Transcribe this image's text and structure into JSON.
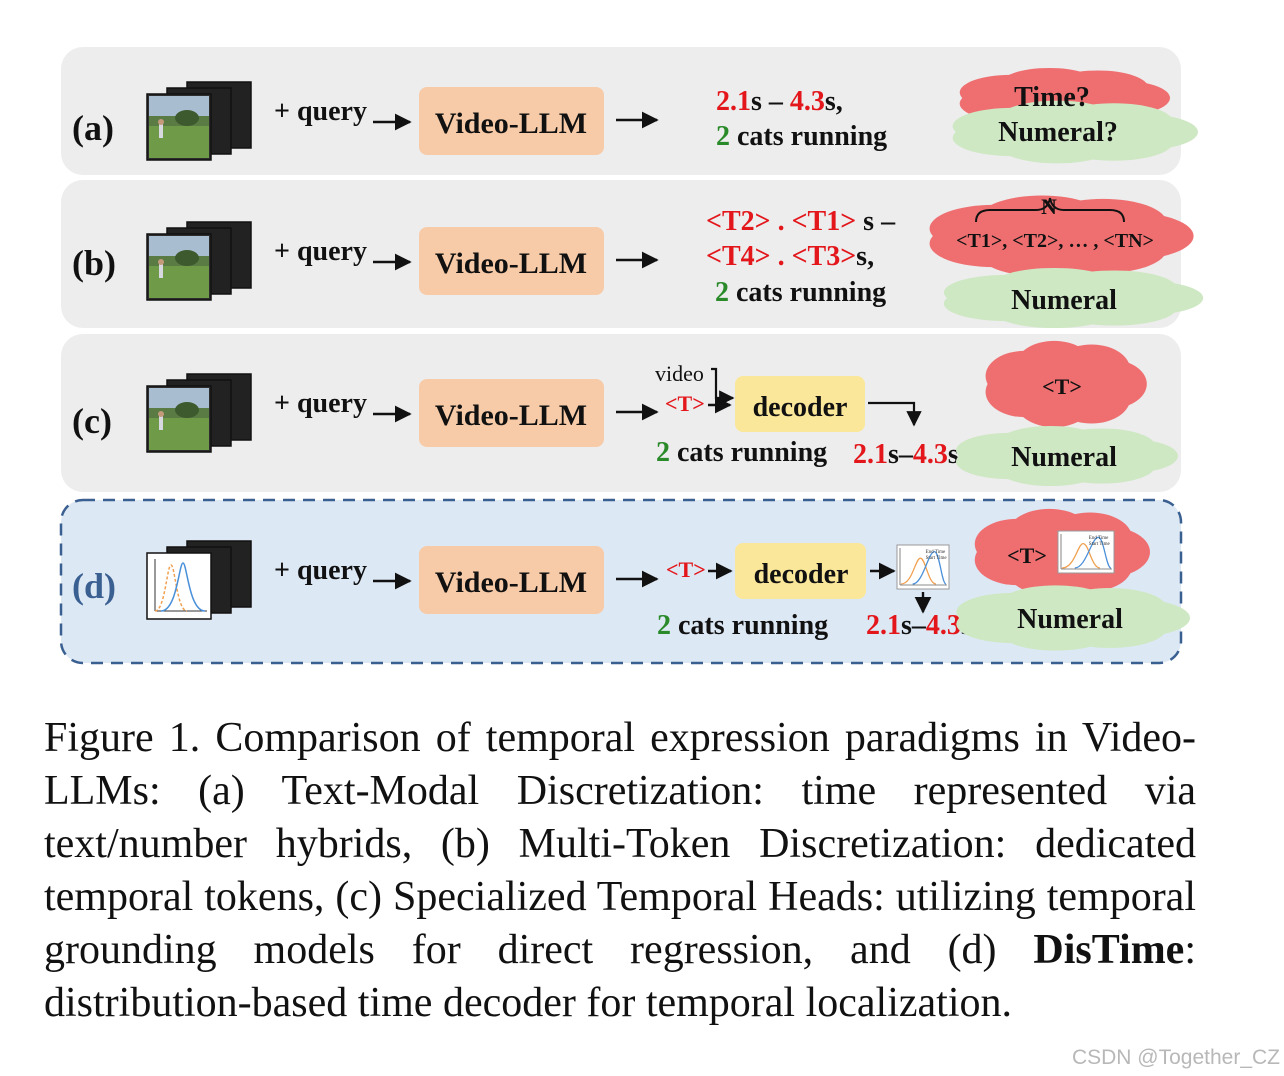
{
  "figure": {
    "query_label": "+ query",
    "model_label": "Video-LLM",
    "decoder_label": "decoder",
    "rows": [
      {
        "label": "(a)",
        "output_start": "2.1",
        "output_start_unit": "s – ",
        "output_end": "4.3",
        "output_end_unit": "s,",
        "count": "2",
        "caption_text": " cats running",
        "cloud_red": "Time?",
        "cloud_green": "Numeral?"
      },
      {
        "label": "(b)",
        "line1_a": "<T2> . <T1>",
        "line1_b": "s –",
        "line2_a": "<T4> . <T3>",
        "line2_b": "s,",
        "count": "2",
        "caption_text": " cats running",
        "brace_label": "N",
        "cloud_red": "<T1>, <T2>, … , <TN>",
        "cloud_green": "Numeral"
      },
      {
        "label": "(c)",
        "video_input": "video",
        "token": "<T>",
        "count": "2",
        "caption_text": " cats running",
        "time_start": "2.1",
        "time_end": "4.3",
        "unit": "s",
        "dash": "–",
        "cloud_red": "<T>",
        "cloud_green": "Numeral"
      },
      {
        "label": "(d)",
        "token": "<T>",
        "count": "2",
        "caption_text": " cats running",
        "time_start": "2.1",
        "time_end": "4.3",
        "unit": "s",
        "dash": "–",
        "cloud_red": "<T>",
        "cloud_green": "Numeral"
      }
    ],
    "legend_end": "End Time",
    "legend_start": "Start Time"
  },
  "caption": {
    "prefix": "Figure 1.   Comparison of temporal expression paradigms in Video-LLMs: (a) Text-Modal Discretization: time represented via text/number hybrids, (b) Multi-Token Discretization: dedicated temporal tokens, (c) Specialized Temporal Heads: utilizing temporal grounding models for direct regression, and (d) ",
    "method": "DisTime",
    "suffix": ": distribution-based time decoder for temporal localization."
  },
  "watermark": "CSDN @Together_CZ",
  "colors": {
    "panel_gray": "#ededed",
    "panel_blue": "#dde8f5",
    "dashed_border": "#3a5f91",
    "llm_box": "#f7cba8",
    "decoder_box": "#fbe79a",
    "red_text": "#e3171b",
    "green_text": "#2a8a2a",
    "cloud_red": "#ef6f71",
    "cloud_green": "#cfe8c4",
    "end_curve": "#4a90d9",
    "start_curve": "#f0a050"
  }
}
